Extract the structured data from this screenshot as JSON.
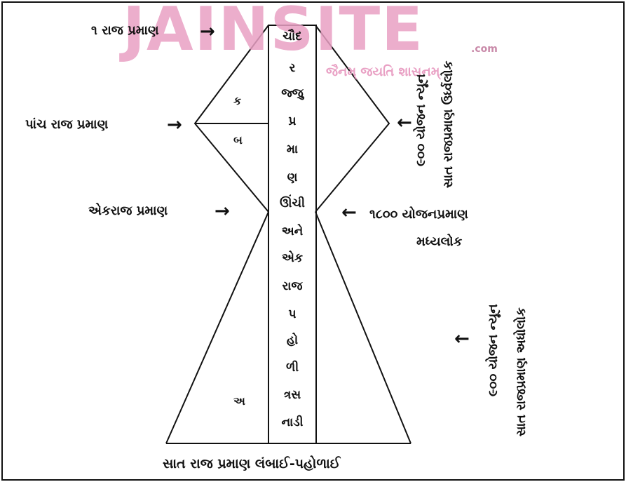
{
  "watermark": {
    "brand": "JAINSITE",
    "tld": ".com",
    "tagline": "જૈનમ્ જયતિ શાસનમ્"
  },
  "labels": {
    "top_width": "૧ રાજ પ્રમાણ",
    "mid_width": "પાંચ રાજ પ્રમાણ",
    "waist_width": "એકરાજ પ્રમાણ",
    "middle_world": "૧૮૦૦ યોજનપ્રમાણ",
    "middle_world_name": "મધ્યલોક",
    "bottom_width": "સાત રાજ પ્રમાણ લંબાઈ-પહોળાઈ",
    "upper_world_height": "૯૦૦ યોજન ન્યૂન",
    "upper_world_name": "સાત રાજપ્રમાણ ઉર્ધ્વલોક",
    "lower_world_height": "૯૦૦ યોજન ન્યૂન",
    "lower_world_name": "સાત રાજપ્રમાણ અધોલોક"
  },
  "regions": {
    "a": "ક",
    "b": "બ",
    "c": "અ"
  },
  "column_words": [
    "ચૌદ",
    "ર",
    "જ્જુ",
    "પ્ર",
    "મા",
    "ણ",
    "ઊંચી",
    "અને",
    "એક",
    "રાજ",
    "પ",
    "હો",
    "ળી",
    "ત્રસ",
    "નાડી"
  ],
  "arrows": {
    "right": "→",
    "left": "←"
  },
  "colors": {
    "line": "#111111",
    "watermark": "#e9a0c4",
    "watermark_dark": "#c98aa9"
  }
}
